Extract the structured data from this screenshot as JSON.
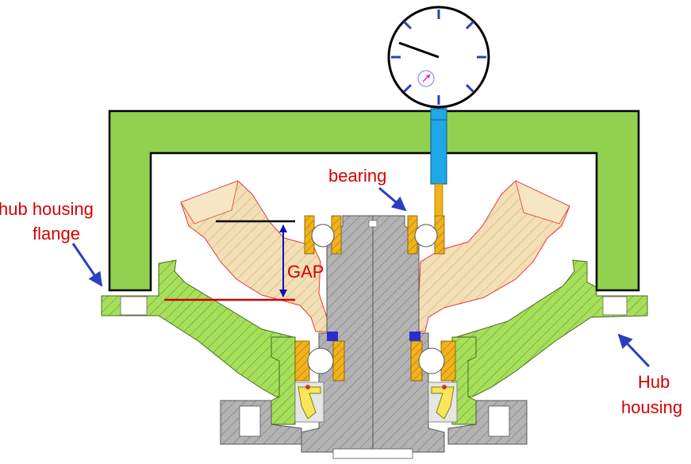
{
  "labels": {
    "bearing": "bearing",
    "hub_housing_flange_line1": "hub housing",
    "hub_housing_flange_line2": "flange",
    "gap": "GAP",
    "hub_housing_line1": "Hub",
    "hub_housing_line2": "housing"
  },
  "colors": {
    "label_text": "#d40000",
    "leader_arrow": "#2a3fbf",
    "gauge_frame": "#92d050",
    "hub_housing": "#a6e05a",
    "knuckle": "#f2dcb0",
    "knuckle_edge": "#e03a3a",
    "shaft": "#b0b0b0",
    "bearing_race": "#f2b21b",
    "gap_arrow": "#1010c0",
    "probe_stem": "#1ea8e8",
    "probe_tip": "#f2b21b",
    "reference_line_top": "#000000",
    "reference_line_bottom": "#cc0000"
  },
  "icons": {
    "dial_indicator": "dial-gauge-icon"
  }
}
